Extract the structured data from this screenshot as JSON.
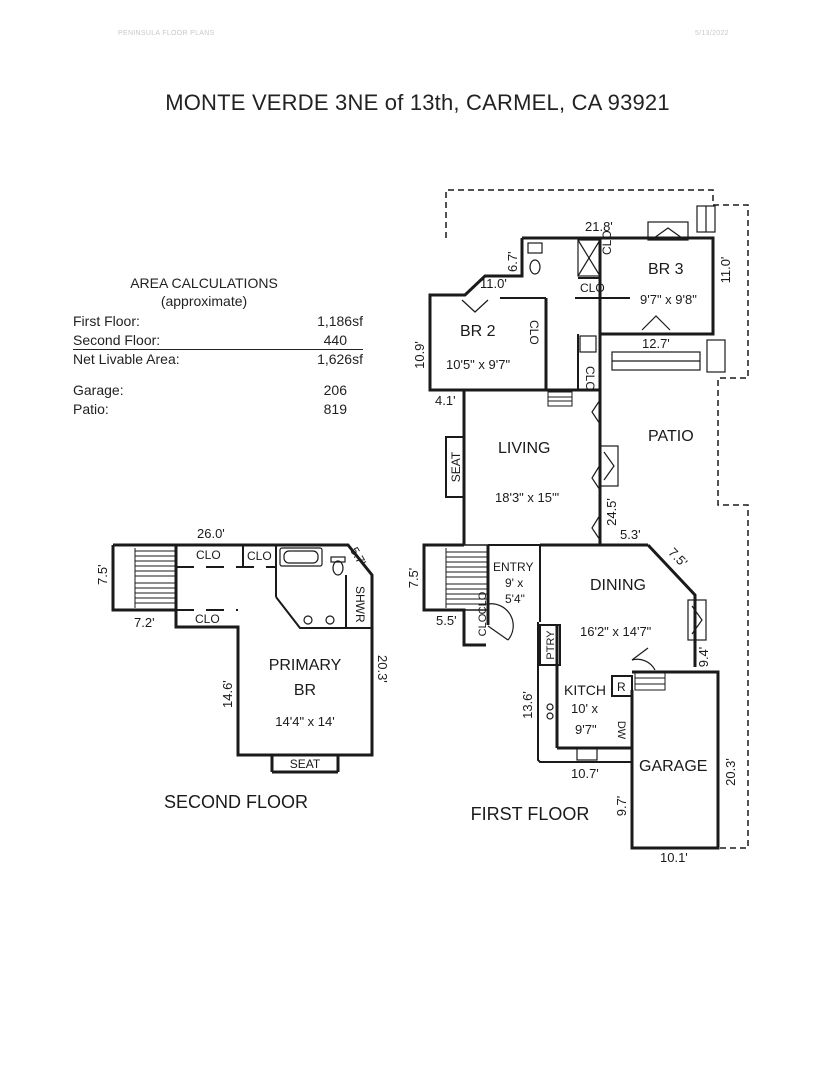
{
  "header": {
    "company": "PENINSULA FLOOR PLANS",
    "date": "5/13/2022",
    "title": "MONTE VERDE 3NE of 13th, CARMEL, CA  93921"
  },
  "area": {
    "heading": "AREA CALCULATIONS",
    "subheading": "(approximate)",
    "first_label": "First Floor:",
    "first_value": "1,186sf",
    "second_label": "Second Floor:",
    "second_value": "440",
    "net_label": "Net Livable Area:",
    "net_value": "1,626sf",
    "garage_label": "Garage:",
    "garage_value": "206",
    "patio_label": "Patio:",
    "patio_value": "819"
  },
  "second_floor": {
    "label": "SECOND FLOOR",
    "primary_name_1": "PRIMARY",
    "primary_name_2": "BR",
    "primary_size": "14'4\" x 14'",
    "clo": "CLO",
    "shwr": "SHWR",
    "seat": "SEAT",
    "dim_top": "26.0'",
    "dim_left": "7.5'",
    "dim_bottom_left": "7.2'",
    "dim_angle": "5.7'",
    "dim_inner": "14.6'",
    "dim_right": "20.3'"
  },
  "first_floor": {
    "label": "FIRST FLOOR",
    "br2_name": "BR 2",
    "br2_size": "10'5\" x 9'7\"",
    "br3_name": "BR 3",
    "br3_size": "9'7\" x 9'8\"",
    "living_name": "LIVING",
    "living_size": "18'3\" x 15'\"",
    "patio": "PATIO",
    "seat": "SEAT",
    "entry_name": "ENTRY",
    "entry_size_1": "9' x",
    "entry_size_2": "5'4\"",
    "dining_name": "DINING",
    "dining_size": "16'2\" x 14'7\"",
    "kitchen_name": "KITCH",
    "kitchen_size_1": "10' x",
    "kitchen_size_2": "9'7\"",
    "garage": "GARAGE",
    "clo": "CLO",
    "ptry": "PTRY",
    "dw": "DW",
    "r": "R",
    "dim_218": "21.8'",
    "dim_67": "6.7'",
    "dim_110a": "11.0'",
    "dim_110b": "11.0'",
    "dim_109": "10.9'",
    "dim_127": "12.7'",
    "dim_41": "4.1'",
    "dim_245": "24.5'",
    "dim_53": "5.3'",
    "dim_75a": "7.5'",
    "dim_75b": "7.5'",
    "dim_55": "5.5'",
    "dim_94": "9.4'",
    "dim_136": "13.6'",
    "dim_107": "10.7'",
    "dim_97": "9.7'",
    "dim_101": "10.1'",
    "dim_203": "20.3'"
  }
}
